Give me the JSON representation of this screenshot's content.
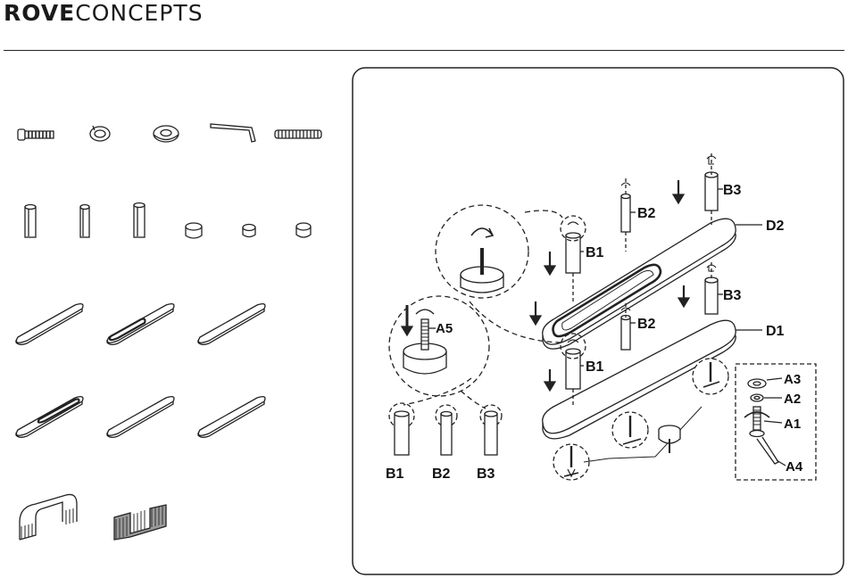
{
  "header": {
    "brand_bold": "ROVE",
    "brand_light": "CONCEPTS"
  },
  "diagram": {
    "labels": {
      "a1": "A1",
      "a2": "A2",
      "a3": "A3",
      "a4": "A4",
      "a5": "A5",
      "b1_top": "B1",
      "b1_mid": "B1",
      "b1_bottom": "B1",
      "b2_top": "B2",
      "b2_mid": "B2",
      "b2_bottom": "B2",
      "b3_top": "B3",
      "b3_mid": "B3",
      "b3_bottom": "B3",
      "d1": "D1",
      "d2": "D2"
    }
  },
  "colors": {
    "line": "#222222",
    "fill": "#ffffff",
    "metal": "#bdbdbd"
  }
}
